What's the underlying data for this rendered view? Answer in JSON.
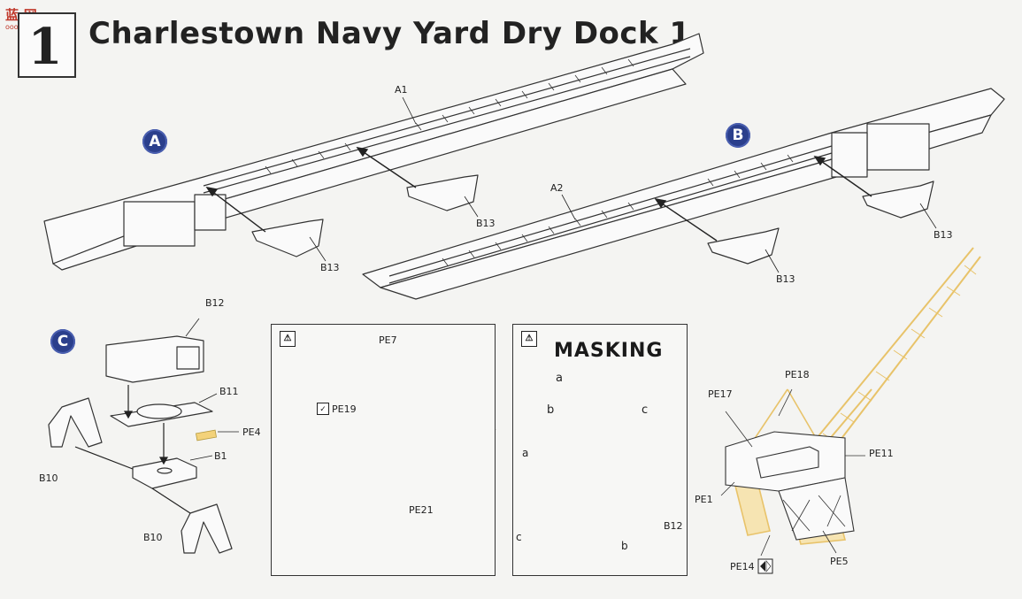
{
  "header": {
    "logo": "蓝·网",
    "logo_sub": "ooo-shaoei.com",
    "step_number": "1",
    "title": "Charlestown Navy Yard Dry Dock 1"
  },
  "steps": {
    "a": "A",
    "b": "B",
    "c": "C"
  },
  "parts": {
    "a1": "A1",
    "a2": "A2",
    "b13_1": "B13",
    "b13_2": "B13",
    "b13_3": "B13",
    "b13_4": "B13",
    "b12": "B12",
    "b11": "B11",
    "b1": "B1",
    "b10_1": "B10",
    "b10_2": "B10",
    "pe4": "PE4",
    "pe7": "PE7",
    "pe19": "PE19",
    "pe21": "PE21",
    "b12_mask": "B12",
    "pe17": "PE17",
    "pe18": "PE18",
    "pe11": "PE11",
    "pe1": "PE1",
    "pe14": "PE14",
    "pe5": "PE5"
  },
  "masking": {
    "title": "MASKING",
    "a": "a",
    "b": "b",
    "c": "c",
    "a2": "a",
    "b2": "b",
    "c2": "c"
  },
  "warn_symbol": "⚠",
  "colors": {
    "badge": "#2b3f8c",
    "photoetch": "#f3d27a",
    "line": "#333333"
  }
}
